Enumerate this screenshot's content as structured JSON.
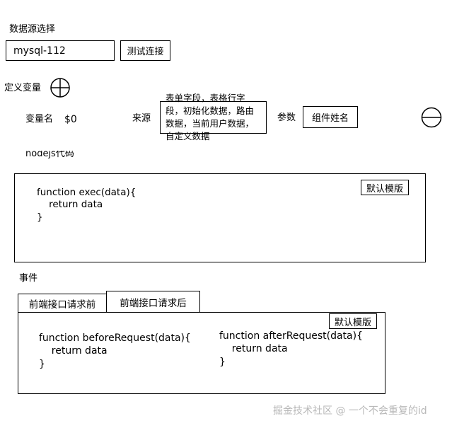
{
  "datasource": {
    "label": "数据源选择",
    "selected": "mysql-112",
    "test_button": "测试连接"
  },
  "variables": {
    "label": "定义变量",
    "add_icon": "plus-circle-icon",
    "row": {
      "name_label": "变量名",
      "name_value": "$0",
      "source_label": "来源",
      "source_value": "表单字段，表格行字段，初始化数据，路由数据，当前用户数据，自定义数据",
      "param_label": "参数",
      "param_value": "组件姓名",
      "remove_icon": "minus-circle-icon"
    }
  },
  "nodejs": {
    "label": "nodejs代码",
    "default_template_button": "默认模版",
    "code_line1": "function exec(data){",
    "code_line2": "    return data",
    "code_line3": "}"
  },
  "events": {
    "label": "事件",
    "tabs": [
      {
        "label": "前端接口请求前"
      },
      {
        "label": "前端接口请求后"
      }
    ],
    "default_template_button": "默认模版",
    "before_code": {
      "line1": "function beforeRequest(data){",
      "line2": "    return data",
      "line3": "}"
    },
    "after_code": {
      "line1": "function afterRequest(data){",
      "line2": "    return data",
      "line3": "}"
    }
  },
  "watermark": "掘金技术社区 @ 一个不会重复的id"
}
